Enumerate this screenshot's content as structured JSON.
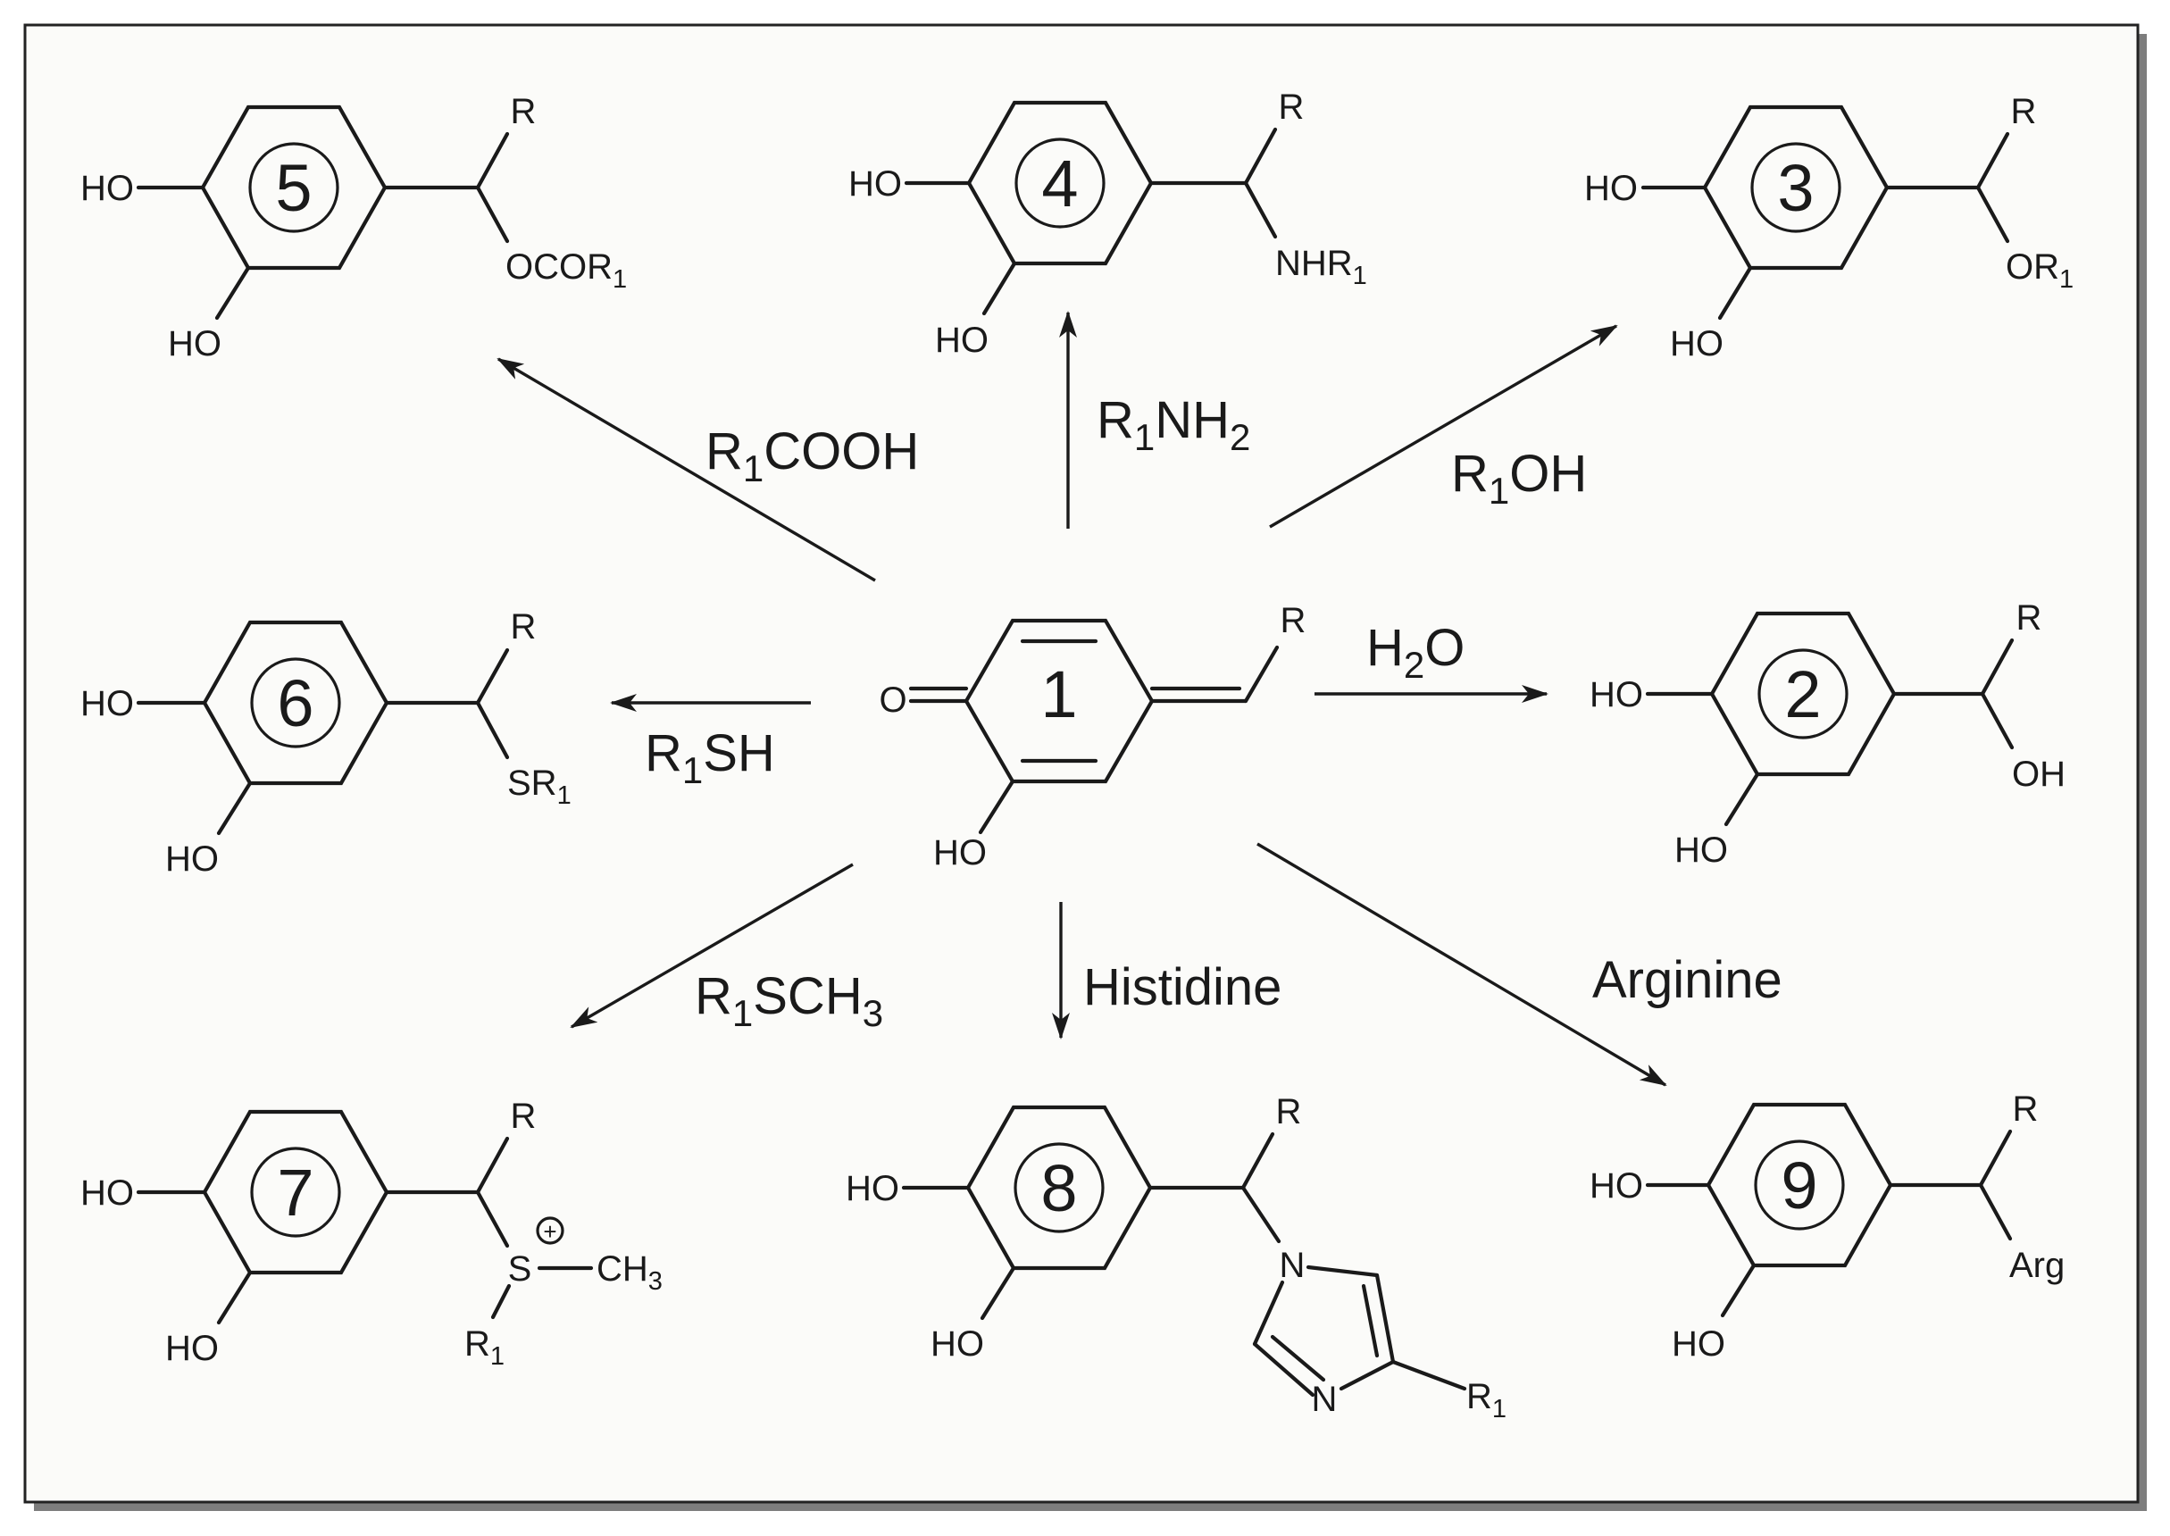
{
  "center": {
    "number": "1",
    "oxygen": "O",
    "ho": "HO",
    "r": "R"
  },
  "products": [
    {
      "number": "2",
      "ho_top": "HO",
      "ho_bottom": "HO",
      "r": "R",
      "group_main": "OH",
      "group_sub": ""
    },
    {
      "number": "3",
      "ho_top": "HO",
      "ho_bottom": "HO",
      "r": "R",
      "group_main": "OR",
      "group_sub": "1"
    },
    {
      "number": "4",
      "ho_top": "HO",
      "ho_bottom": "HO",
      "r": "R",
      "group_main": "NHR",
      "group_sub": "1"
    },
    {
      "number": "5",
      "ho_top": "HO",
      "ho_bottom": "HO",
      "r": "R",
      "group_main": "OCOR",
      "group_sub": "1"
    },
    {
      "number": "6",
      "ho_top": "HO",
      "ho_bottom": "HO",
      "r": "R",
      "group_main": "SR",
      "group_sub": "1"
    },
    {
      "number": "7",
      "ho_top": "HO",
      "ho_bottom": "HO",
      "r": "R",
      "s_atom": "S",
      "charge": "+",
      "methyl_main": "CH",
      "methyl_sub": "3",
      "r1_main": "R",
      "r1_sub": "1"
    },
    {
      "number": "8",
      "ho_top": "HO",
      "ho_bottom": "HO",
      "r": "R",
      "n1": "N",
      "n3": "N",
      "r1_main": "R",
      "r1_sub": "1"
    },
    {
      "number": "9",
      "ho_top": "HO",
      "ho_bottom": "HO",
      "r": "R",
      "group_main": "Arg",
      "group_sub": ""
    }
  ],
  "reagents": {
    "r1cooh": {
      "a": "R",
      "sub": "1",
      "b": "COOH"
    },
    "r1nh2": {
      "a": "R",
      "sub": "1",
      "b": "NH",
      "sub2": "2"
    },
    "r1oh": {
      "a": "R",
      "sub": "1",
      "b": "OH"
    },
    "h2o": {
      "a": "H",
      "sub": "2",
      "b": "O"
    },
    "r1sh": {
      "a": "R",
      "sub": "1",
      "b": "SH"
    },
    "r1sch3": {
      "a": "R",
      "sub": "1",
      "b": "SCH",
      "sub2": "3"
    },
    "histidine": "Histidine",
    "arginine": "Arginine"
  },
  "colors": {
    "ink": "#1a1a1a",
    "frame_fill": "#fbfbf9",
    "frame_shadow": "#7d7d7d"
  }
}
